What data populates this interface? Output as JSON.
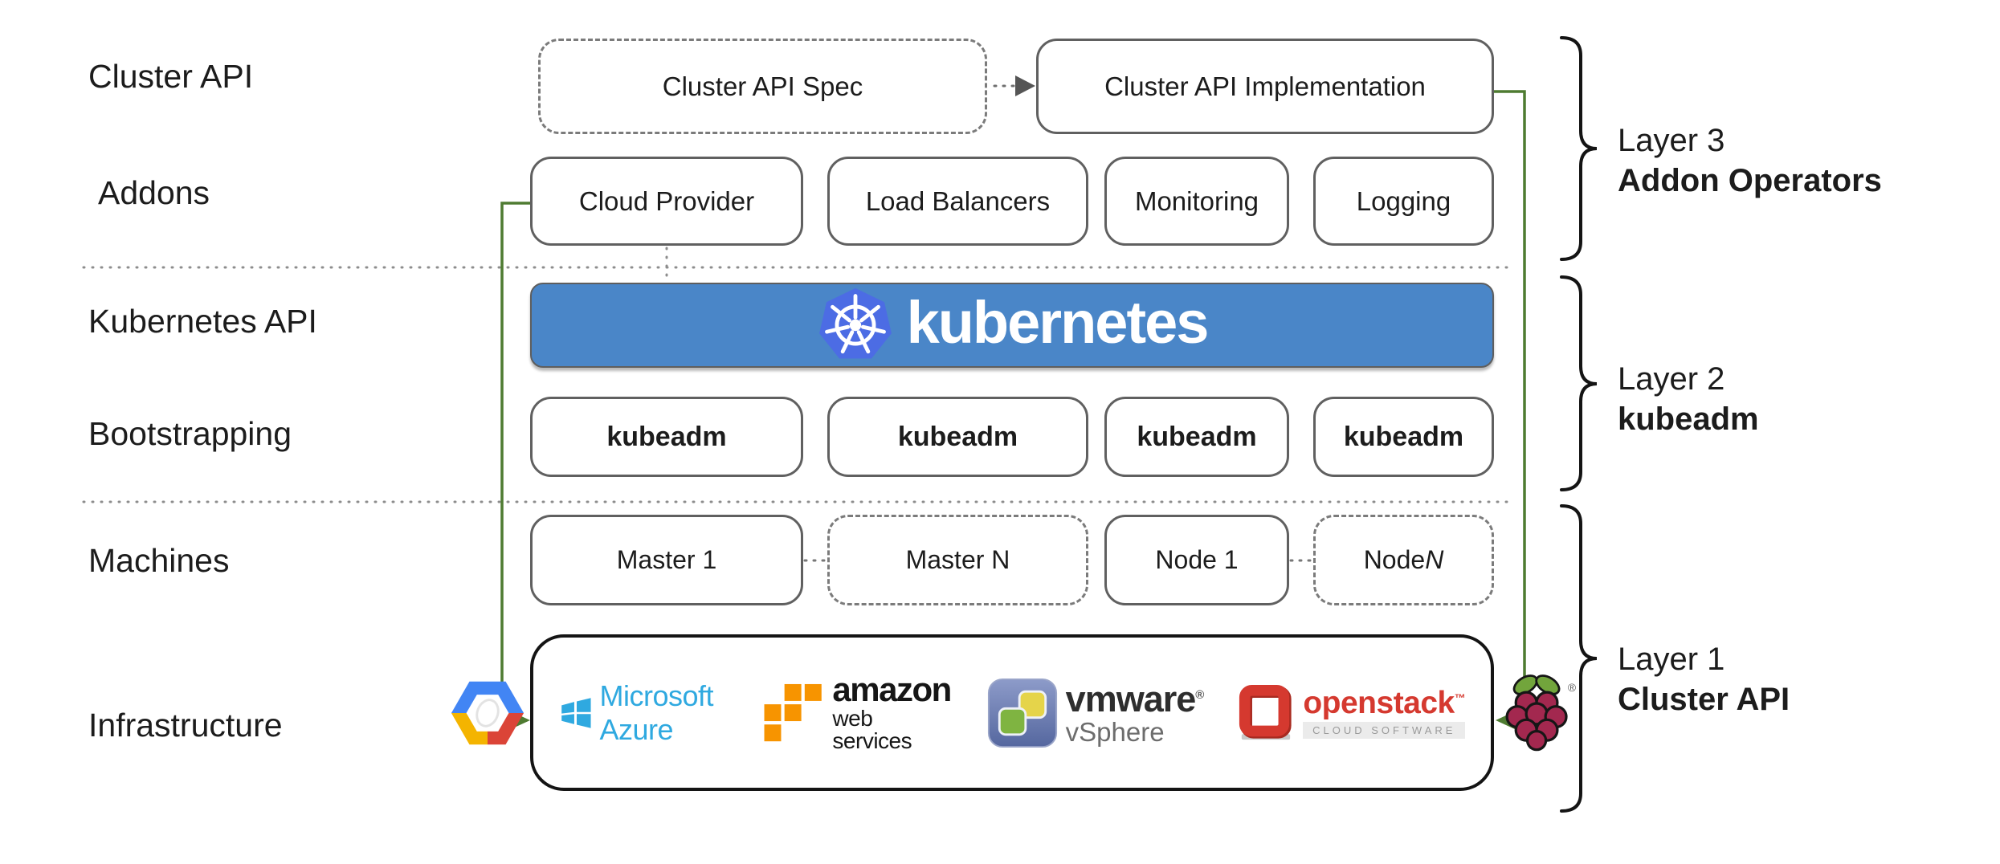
{
  "row_labels": [
    {
      "label": "Cluster API"
    },
    {
      "label": "Addons"
    },
    {
      "label": "Kubernetes API"
    },
    {
      "label": "Bootstrapping"
    },
    {
      "label": "Machines"
    },
    {
      "label": "Infrastructure"
    }
  ],
  "cluster_api_row": {
    "spec": "Cluster API Spec",
    "implementation": "Cluster API Implementation"
  },
  "addon_boxes": [
    "Cloud Provider",
    "Load Balancers",
    "Monitoring",
    "Logging"
  ],
  "kubernetes_banner": {
    "wordmark": "kubernetes",
    "logo": "kubernetes-wheel-icon"
  },
  "bootstrapping_boxes": [
    "kubeadm",
    "kubeadm",
    "kubeadm",
    "kubeadm"
  ],
  "machine_boxes": [
    {
      "text": "Master 1",
      "italic_suffix": "",
      "style": "solid"
    },
    {
      "text": "Master N",
      "italic_suffix": "",
      "style": "dashed"
    },
    {
      "text": "Node 1",
      "italic_suffix": "",
      "style": "solid"
    },
    {
      "text": "Node ",
      "italic_suffix": "N",
      "style": "dashed"
    }
  ],
  "infrastructure_box": {
    "providers": [
      {
        "name": "Google Cloud Platform",
        "icon": "gcp-hexagon-icon"
      },
      {
        "name": "Microsoft Azure",
        "icon": "windows-flag-icon",
        "text": "Microsoft Azure"
      },
      {
        "name": "Amazon Web Services",
        "icon": "aws-cubes-icon",
        "line1": "amazon",
        "line2": "web services"
      },
      {
        "name": "VMware vSphere",
        "icon": "vmware-puzzle-icon",
        "line1": "vmware",
        "reg_mark": "®",
        "line2": "vSphere"
      },
      {
        "name": "OpenStack",
        "icon": "openstack-ring-icon",
        "text": "openstack",
        "tm": "™",
        "subtext": "CLOUD SOFTWARE"
      },
      {
        "name": "Raspberry Pi",
        "icon": "raspberry-pi-icon",
        "reg_mark": "®"
      }
    ]
  },
  "layer_labels": [
    {
      "line1": "Layer 3",
      "line2": "Addon Operators"
    },
    {
      "line1": "Layer 2",
      "line2": "kubeadm"
    },
    {
      "line1": "Layer 1",
      "line2": "Cluster API"
    }
  ],
  "colors": {
    "banner_blue": "#4a86c8",
    "kubernetes_logo_blue": "#4c6ce4",
    "arrow_green": "#4e7b31",
    "box_border_gray": "#606060",
    "dashed_border_gray": "#7b7b7b",
    "brace_black": "#141414",
    "text_dark": "#1c1c1c",
    "azure_blue": "#2fa9e0",
    "aws_orange": "#f79400",
    "gcp_blue": "#4285f4",
    "gcp_red": "#db4437",
    "gcp_yellow": "#f4b400",
    "openstack_red": "#d5392f",
    "raspberry_red": "#a3284f",
    "leaf_green": "#72a53c"
  }
}
